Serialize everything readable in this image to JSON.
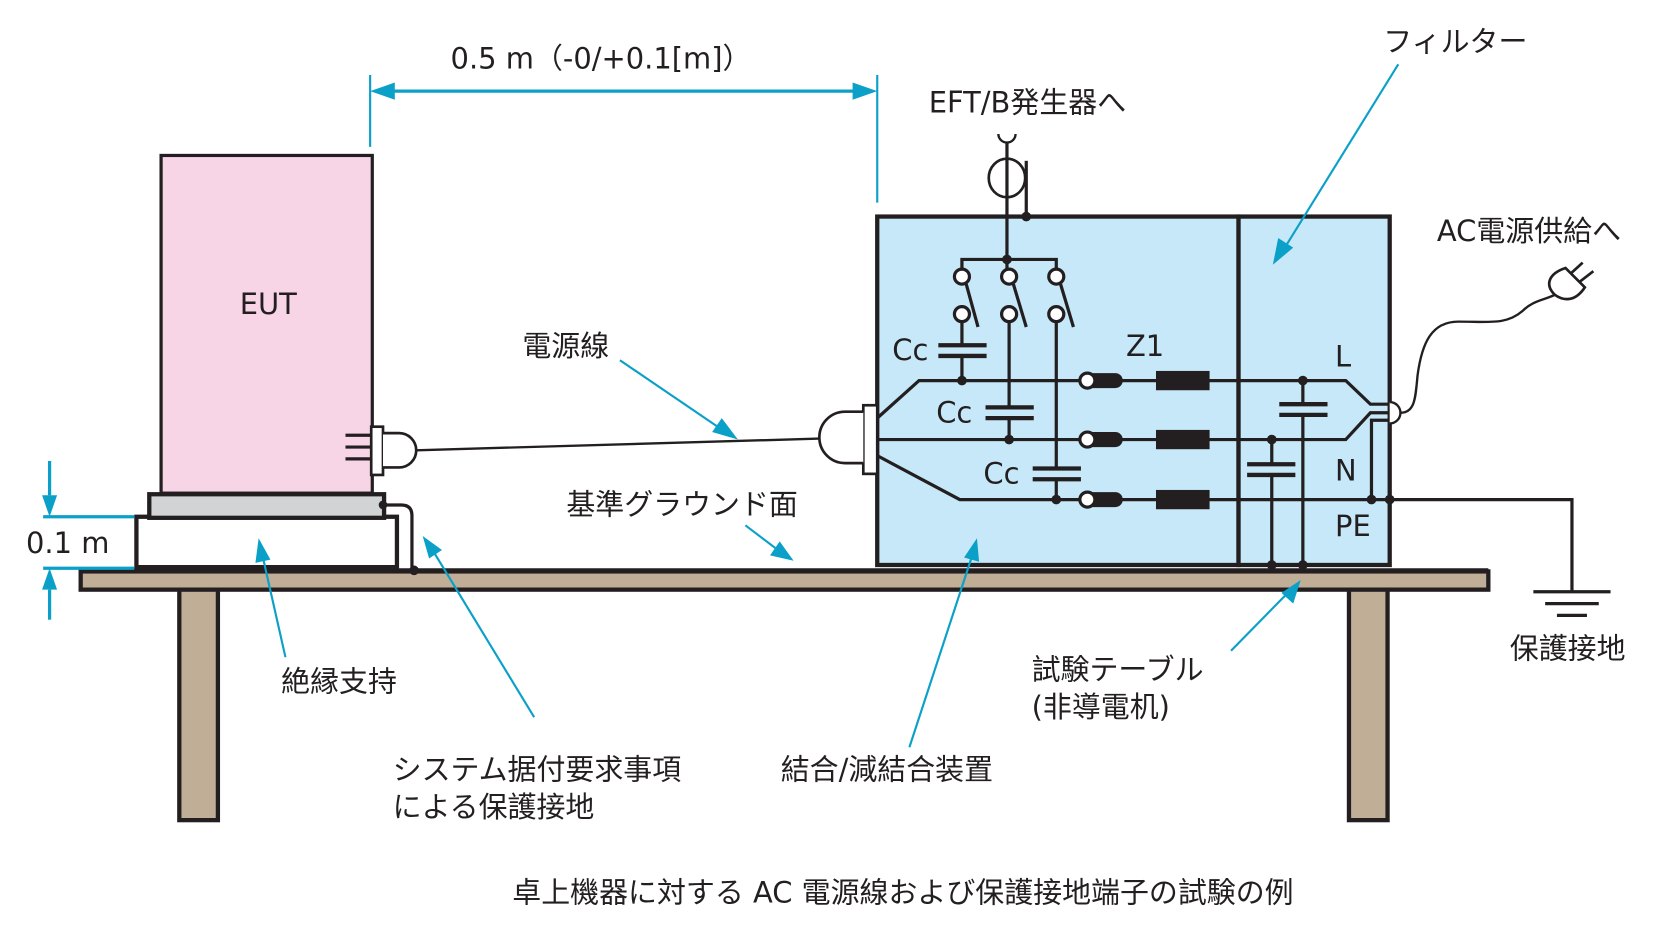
{
  "figure": {
    "caption": "卓上機器に対する AC 電源線および保護接地端子の試験の例",
    "colors": {
      "eut_fill": "#f8d5e6",
      "cdn_fill": "#c6e8f8",
      "table_fill": "#c0ae96",
      "support_top_fill": "#d1d3d4",
      "leader": "#0aa0c8",
      "line": "#231f20"
    }
  },
  "dimensions": {
    "horizontal": "0.5 m（-0/+0.1[m]）",
    "vertical": "0.1 m"
  },
  "components": {
    "eut": "EUT",
    "cc_labels": [
      "Cc",
      "Cc",
      "Cc"
    ],
    "z1": "Z1",
    "line_labels": {
      "L": "L",
      "N": "N",
      "PE": "PE"
    }
  },
  "labels": {
    "eft_generator": "EFT/B発生器へ",
    "filter": "フィルター",
    "ac_supply": "AC電源供給へ",
    "power_cord": "電源線",
    "ground_plane": "基準グラウンド面",
    "insulating_support": "絶縁支持",
    "system_ground_line1": "システム据付要求事項",
    "system_ground_line2": "による保護接地",
    "cdn": "結合/減結合装置",
    "test_table_line1": "試験テーブル",
    "test_table_line2": "(非導電机)",
    "protective_earth": "保護接地"
  }
}
